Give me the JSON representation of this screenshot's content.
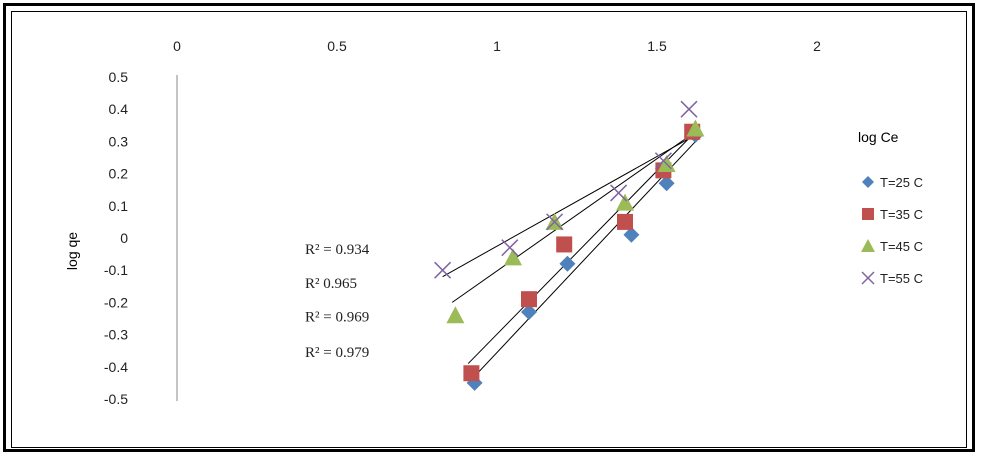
{
  "chart_data": {
    "type": "scatter",
    "xlabel": "log Ce",
    "ylabel": "log qe",
    "xlim": [
      0,
      2.2
    ],
    "ylim": [
      -0.5,
      0.5
    ],
    "x_ticks": [
      "0",
      "0.5",
      "1",
      "1.5",
      "2"
    ],
    "y_ticks": [
      "0.5",
      "0.4",
      "0.3",
      "0.2",
      "0.1",
      "0",
      "-0.1",
      "-0.2",
      "-0.3",
      "-0.4",
      "-0.5"
    ],
    "x_axis_position": "top",
    "grid": false,
    "legend_position": "right",
    "series": [
      {
        "name": "T=25 C",
        "marker": "diamond",
        "color": "#4f81bd",
        "points": [
          [
            0.93,
            -0.45
          ],
          [
            1.1,
            -0.23
          ],
          [
            1.22,
            -0.08
          ],
          [
            1.42,
            0.01
          ],
          [
            1.53,
            0.17
          ],
          [
            1.62,
            0.32
          ]
        ]
      },
      {
        "name": "T=35 C",
        "marker": "square",
        "color": "#c0504d",
        "points": [
          [
            0.92,
            -0.42
          ],
          [
            1.1,
            -0.19
          ],
          [
            1.21,
            -0.02
          ],
          [
            1.4,
            0.05
          ],
          [
            1.52,
            0.21
          ],
          [
            1.61,
            0.33
          ]
        ]
      },
      {
        "name": "T=45 C",
        "marker": "triangle",
        "color": "#9bbb59",
        "points": [
          [
            0.87,
            -0.24
          ],
          [
            1.05,
            -0.06
          ],
          [
            1.18,
            0.05
          ],
          [
            1.4,
            0.11
          ],
          [
            1.53,
            0.23
          ],
          [
            1.62,
            0.34
          ]
        ]
      },
      {
        "name": "T=55 C",
        "marker": "x",
        "color": "#8064a2",
        "points": [
          [
            0.83,
            -0.1
          ],
          [
            1.04,
            -0.03
          ],
          [
            1.18,
            0.05
          ],
          [
            1.38,
            0.14
          ],
          [
            1.52,
            0.24
          ],
          [
            1.6,
            0.4
          ]
        ]
      }
    ],
    "trendlines": [
      {
        "from": [
          0.83,
          -0.12
        ],
        "to": [
          1.62,
          0.32
        ]
      },
      {
        "from": [
          0.86,
          -0.2
        ],
        "to": [
          1.62,
          0.33
        ]
      },
      {
        "from": [
          0.91,
          -0.39
        ],
        "to": [
          1.62,
          0.33
        ]
      },
      {
        "from": [
          0.92,
          -0.44
        ],
        "to": [
          1.63,
          0.31
        ]
      }
    ],
    "annotations": [
      {
        "text": "R² = 0.934",
        "x": 0.4,
        "y": -0.05
      },
      {
        "text": "R²    0.965",
        "x": 0.4,
        "y": -0.155
      },
      {
        "text": "R² = 0.969",
        "x": 0.4,
        "y": -0.26
      },
      {
        "text": "R² = 0.979",
        "x": 0.4,
        "y": -0.37
      }
    ]
  }
}
